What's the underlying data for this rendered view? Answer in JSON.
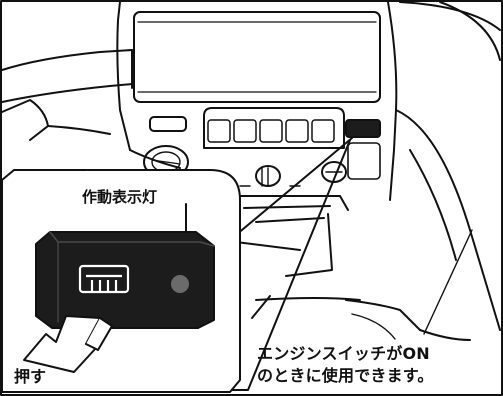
{
  "labels": {
    "indicator_light": "作動表示灯",
    "push": "押す",
    "note_line_1": "エンジンスイッチがON",
    "note_line_2": "のときに使用できます。"
  },
  "icons": {
    "switch_symbol": "rear-defogger-icon",
    "indicator_lamp": "indicator-lamp-icon",
    "push_arrow": "push-arrow-icon"
  },
  "colors": {
    "line": "#111111",
    "switch_body": "#1c1c1c",
    "background": "#ffffff"
  }
}
